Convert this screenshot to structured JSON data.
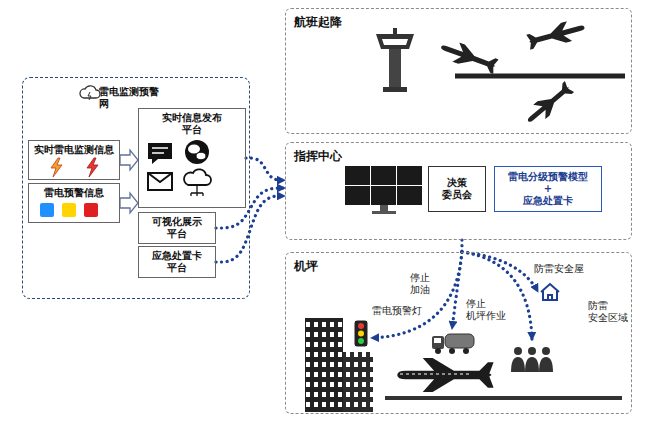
{
  "diagram": {
    "nodes": [
      {
        "text": [
          "雷电监测预警 网"
        ]
      },
      {
        "text": [
          "实时雷电监测信息"
        ],
        "in": 0
      },
      {
        "text": [
          "雷电预警信息"
        ],
        "in": 0
      },
      {
        "text": [
          "实时信息发布 平台"
        ],
        "in": 0
      },
      {
        "text": [
          "可视化展示 平台"
        ],
        "in": 0
      },
      {
        "text": [
          "应急处置卡 平台"
        ],
        "in": 0
      },
      {
        "text": [
          "航班起降"
        ]
      },
      {
        "text": [
          "指挥中心"
        ]
      },
      {
        "text": [
          "决策 委员会"
        ],
        "in": 7
      },
      {
        "text": [
          "雷电分级预警模型",
          "+",
          "应急处置卡"
        ],
        "in": 7
      },
      {
        "text": [
          "机坪"
        ]
      }
    ],
    "edges": [
      {
        "from": 1,
        "to": 3,
        "arrow": "to"
      },
      {
        "from": 2,
        "to": 3,
        "arrow": "to"
      },
      {
        "from": 3,
        "to": 7,
        "arrow": "to"
      },
      {
        "from": 4,
        "to": 7,
        "arrow": "to"
      },
      {
        "from": 5,
        "to": 7,
        "arrow": "to"
      },
      {
        "from": 7,
        "to": 10,
        "arrow": "none"
      }
    ],
    "labels": [
      "雷电预警灯",
      "停止 加油",
      "停止 机坪作业",
      "防雷安全屋",
      "防雷 安全区域"
    ]
  }
}
